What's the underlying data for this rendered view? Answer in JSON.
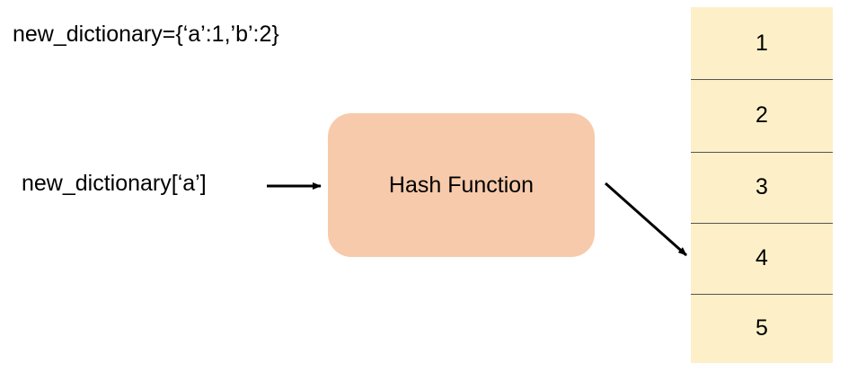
{
  "dictionary_literal": "new_dictionary={‘a’:1,’b’:2}",
  "lookup_expression": "new_dictionary[‘a’]",
  "hash_function": {
    "label": "Hash Function",
    "fill_color": "#f7caab"
  },
  "hash_table": {
    "fill_color": "#fdf0c8",
    "slots": [
      "1",
      "2",
      "3",
      "4",
      "5"
    ],
    "target_slot": "4"
  }
}
